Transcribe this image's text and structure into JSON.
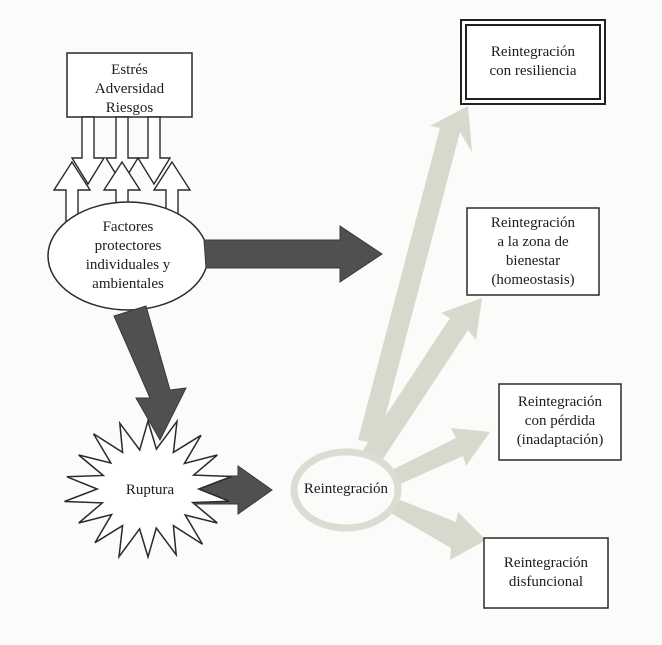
{
  "diagram": {
    "stressors": {
      "text": "Estrés\nAdversidad\nRiesgos"
    },
    "protective_factors": {
      "text": "Factores\nprotectores\nindividuales y\nambientales"
    },
    "rupture": {
      "text": "Ruptura"
    },
    "reintegration": {
      "text": "Reintegración"
    },
    "outcomes": [
      {
        "text": "Reintegración\ncon resiliencia"
      },
      {
        "text": "Reintegración\na la zona de\nbienestar\n(homeostasis)"
      },
      {
        "text": "Reintegración\ncon pérdida\n(inadaptación)"
      },
      {
        "text": "Reintegración\ndisfuncional"
      }
    ]
  },
  "colors": {
    "dark_arrow": "#505050",
    "light_arrow": "#d8d8cc",
    "ink": "#1c1c1c"
  }
}
